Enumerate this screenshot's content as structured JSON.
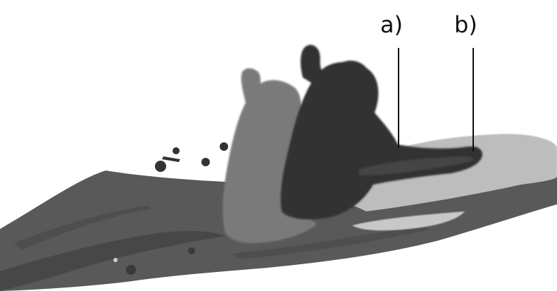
{
  "figure": {
    "labels": [
      {
        "id": "a",
        "text": "a)"
      },
      {
        "id": "b",
        "text": "b)"
      }
    ],
    "colors": {
      "background": "#ffffff",
      "ground_dark": "#595959",
      "ground_darker": "#474747",
      "ground_light": "#bdbdbd",
      "figure_ghost": "#7a7a7a",
      "figure_main": "#333333",
      "leader_line": "#111111"
    }
  }
}
